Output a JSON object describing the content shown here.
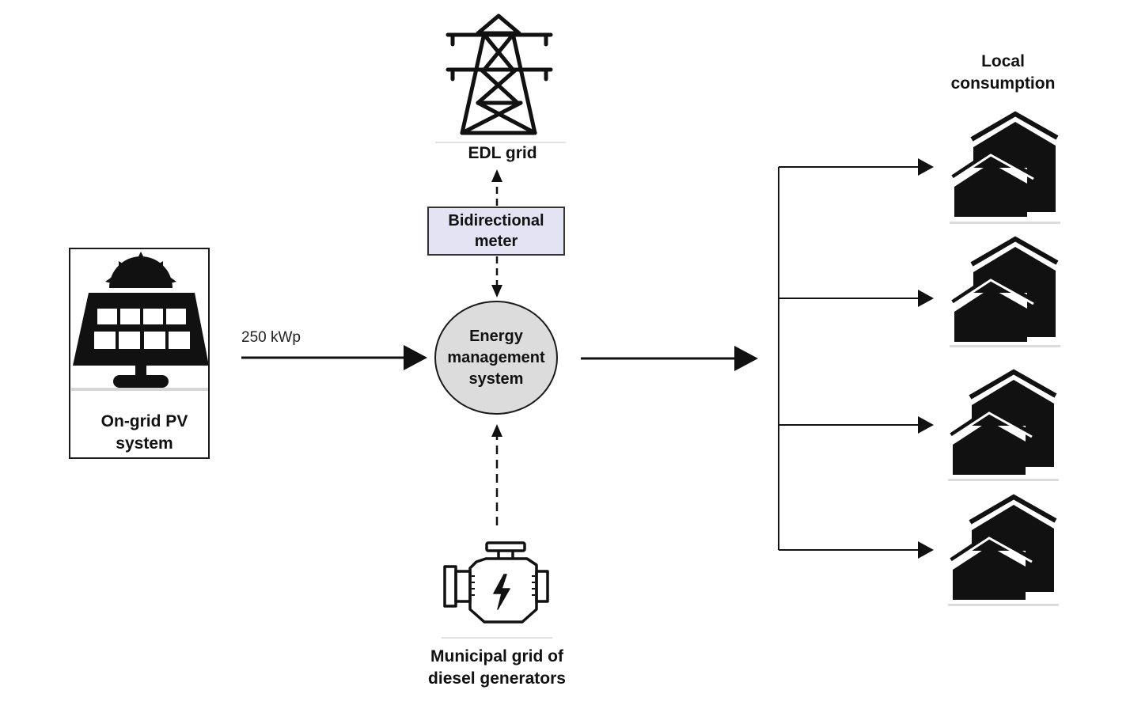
{
  "pv": {
    "lines": [
      "On-grid PV",
      "system"
    ]
  },
  "pv_flow_label": "250 kWp",
  "edl": {
    "label": "EDL grid"
  },
  "meter": {
    "lines": [
      "Bidirectional",
      "meter"
    ]
  },
  "ems": {
    "lines": [
      "Energy",
      "management",
      "system"
    ]
  },
  "generators": {
    "lines": [
      "Municipal grid of",
      "diesel generators"
    ]
  },
  "consumption": {
    "lines": [
      "Local",
      "consumption"
    ],
    "house_count": 4
  },
  "colors": {
    "ink": "#111111",
    "meter_fill": "#e3e3f4",
    "ems_fill": "#dcdcdc",
    "background": "#ffffff"
  },
  "icons": [
    "solar-panel-icon",
    "transmission-tower-icon",
    "engine-generator-icon",
    "houses-icon"
  ]
}
